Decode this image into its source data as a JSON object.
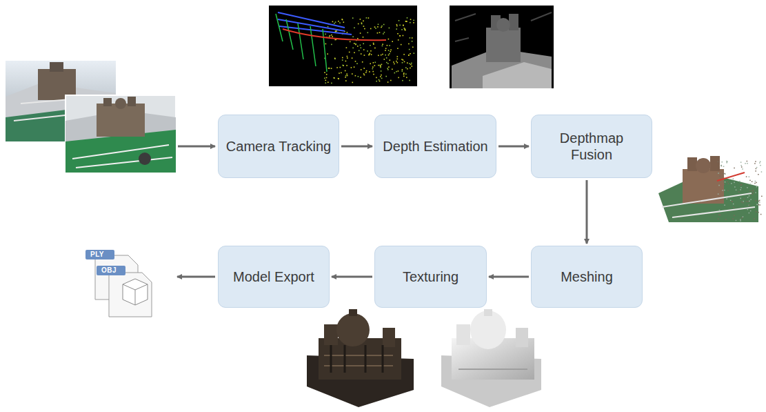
{
  "diagram": {
    "nodes": [
      {
        "text": [
          "Camera Tracking"
        ]
      },
      {
        "text": [
          "Depth Estimation"
        ]
      },
      {
        "text": [
          "Depthmap Fusion"
        ]
      },
      {
        "text": [
          "Meshing"
        ]
      },
      {
        "text": [
          "Texturing"
        ]
      },
      {
        "text": [
          "Model Export"
        ]
      }
    ],
    "edges": [
      {
        "from": 0,
        "to": 1,
        "arrow": "to"
      },
      {
        "from": 1,
        "to": 2,
        "arrow": "to"
      },
      {
        "from": 2,
        "to": 3,
        "arrow": "to"
      },
      {
        "from": 3,
        "to": 4,
        "arrow": "to"
      },
      {
        "from": 4,
        "to": 5,
        "arrow": "to"
      }
    ],
    "labels": [
      "PLY",
      "OBJ"
    ]
  }
}
